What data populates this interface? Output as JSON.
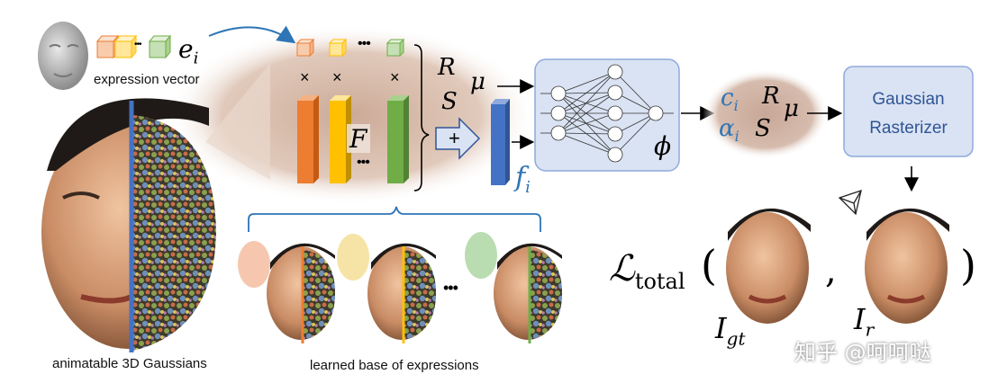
{
  "labels": {
    "expression_vector": "expression vector",
    "animatable": "animatable 3D Gaussians",
    "learned_base": "learned base of expressions",
    "rasterizer_line1": "Gaussian",
    "rasterizer_line2": "Rasterizer",
    "watermark": "知乎 @呵呵哒"
  },
  "math": {
    "e": "e",
    "e_sub": "i",
    "F": "F",
    "R": "R",
    "S": "S",
    "mu": "μ",
    "plus": "+",
    "f": "f",
    "f_sub": "i",
    "phi": "ϕ",
    "c": "c",
    "c_sub": "i",
    "alpha": "α",
    "alpha_sub": "i",
    "loss": "ℒ",
    "loss_sub": "total",
    "open_paren": "(",
    "comma": ",",
    "close_paren": ")",
    "I_gt": "I",
    "I_gt_sub": "gt",
    "I_r": "I",
    "I_r_sub": "r",
    "times": "×",
    "dots": "•••"
  },
  "colors": {
    "orange": "#ed7d31",
    "yellow": "#ffc000",
    "green": "#70ad47",
    "blue": "#4472c4",
    "box_fill": "#dae3f3",
    "box_stroke": "#8faadc",
    "blob": "#d9bfb0"
  },
  "icons": [
    "head-mesh-icon",
    "face-photo-icon",
    "camera-icon",
    "neural-network-icon",
    "cube-icon"
  ]
}
